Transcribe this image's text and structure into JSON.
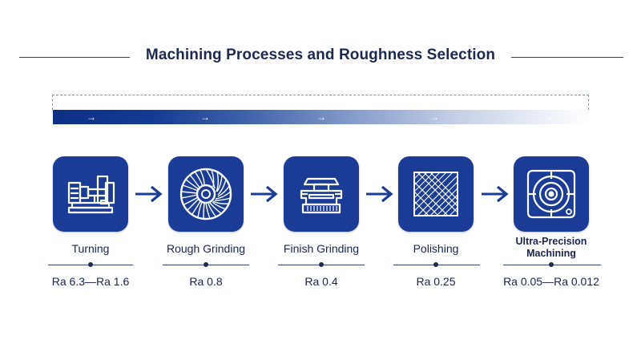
{
  "title": "Machining Processes and Roughness Selection",
  "colors": {
    "primary": "#1a3c96",
    "text": "#1d2a4f",
    "gradient_start": "#0e2f86",
    "gradient_end": "#ffffff"
  },
  "gradient_arrows": [
    "→",
    "→",
    "→",
    "→",
    "→"
  ],
  "steps": [
    {
      "label": "Turning",
      "value": "Ra 6.3—Ra 1.6",
      "icon": "lathe-icon"
    },
    {
      "label": "Rough Grinding",
      "value": "Ra 0.8",
      "icon": "grinding-wheel-icon"
    },
    {
      "label": "Finish Grinding",
      "value": "Ra 0.4",
      "icon": "surface-grinder-icon"
    },
    {
      "label": "Polishing",
      "value": "Ra 0.25",
      "icon": "polished-surface-icon"
    },
    {
      "label": "Ultra-Precision Machining",
      "label_lines": [
        "Ultra-Precision",
        "Machining"
      ],
      "value": "Ra 0.05—Ra 0.012",
      "icon": "precision-target-icon"
    }
  ]
}
